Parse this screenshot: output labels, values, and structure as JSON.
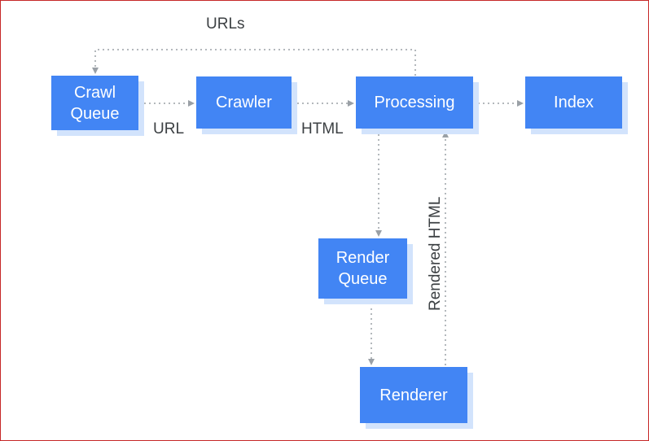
{
  "nodes": {
    "crawl_queue": "Crawl\nQueue",
    "crawler": "Crawler",
    "processing": "Processing",
    "index": "Index",
    "render_queue": "Render\nQueue",
    "renderer": "Renderer"
  },
  "edge_labels": {
    "urls": "URLs",
    "url": "URL",
    "html": "HTML",
    "rendered_html": "Rendered HTML"
  },
  "colors": {
    "node_fill": "#4285f4",
    "node_shadow": "#d2e3fc",
    "connector": "#9aa0a6",
    "label_text": "#3c4043",
    "border": "#c62828"
  }
}
